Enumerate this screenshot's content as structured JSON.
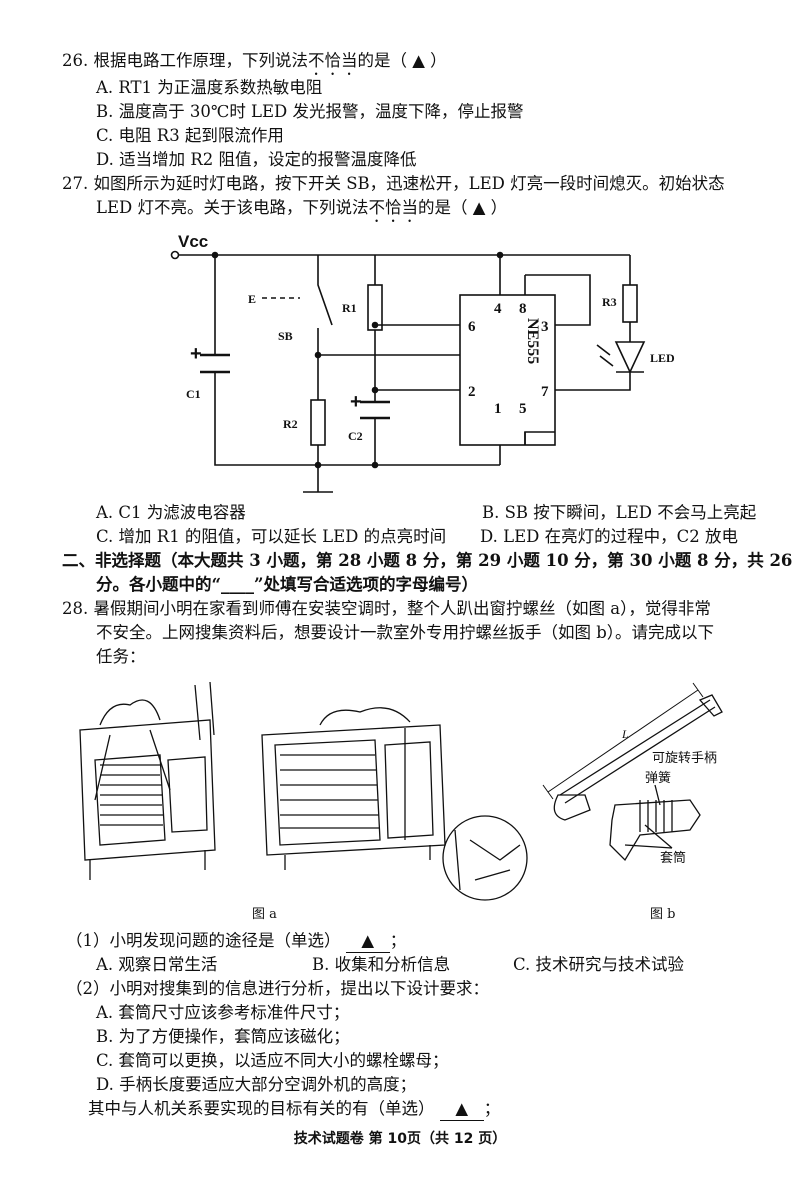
{
  "q26": {
    "stem_pre": "26. 根据电路工作原理，下列说法",
    "stem_emph": "不恰当",
    "stem_post": "的是（ ▲ ）",
    "options": [
      "A. RT1 为正温度系数热敏电阻",
      "B. 温度高于 30℃时 LED 发光报警，温度下降，停止报警",
      "C. 电阻 R3 起到限流作用",
      "D. 适当增加 R2 阻值，设定的报警温度降低"
    ]
  },
  "q27": {
    "line1": "27. 如图所示为延时灯电路，按下开关 SB，迅速松开，LED 灯亮一段时间熄灭。初始状态",
    "line2_pre": "LED 灯不亮。关于该电路，下列说法",
    "line2_emph": "不恰当",
    "line2_post": "的是（ ▲ ）",
    "circuit_labels": {
      "vcc": "Vcc",
      "sb": "SB",
      "e": "E",
      "r1": "R1",
      "r2": "R2",
      "r3": "R3",
      "c1": "C1",
      "c2": "C2",
      "chip": "NE555",
      "led": "LED",
      "p4": "4",
      "p8": "8",
      "p6": "6",
      "p2": "2",
      "p3": "3",
      "p7": "7",
      "p1": "1",
      "p5": "5",
      "plus": "+"
    },
    "options": [
      "A. C1 为滤波电容器",
      "B. SB 按下瞬间，LED 不会马上亮起",
      "C. 增加 R1 的阻值，可以延长 LED 的点亮时间",
      "D. LED 在亮灯的过程中，C2 放电"
    ]
  },
  "section2": {
    "line1": "二、非选择题（本大题共 3 小题，第 28 小题 8 分，第 29 小题 10 分，第 30 小题 8 分，共 26",
    "line2": "分。各小题中的“____”处填写合适选项的字母编号）"
  },
  "q28": {
    "lines": [
      "28. 暑假期间小明在家看到师傅在安装空调时，整个人趴出窗拧螺丝（如图 a），觉得非常",
      "不安全。上网搜集资料后，想要设计一款室外专用拧螺丝扳手（如图 b）。请完成以下",
      "任务："
    ],
    "fig_a": "图 a",
    "fig_b": "图 b",
    "fig_b_labels": {
      "handle": "可旋转手柄",
      "spring": "弹簧",
      "socket": "套筒",
      "length": "L"
    },
    "sub1": {
      "stem": "（1）小明发现问题的途径是（单选）",
      "blank": "▲",
      "end": "；",
      "options": [
        "A. 观察日常生活",
        "B. 收集和分析信息",
        "C. 技术研究与技术试验"
      ]
    },
    "sub2": {
      "stem": "（2）小明对搜集到的信息进行分析，提出以下设计要求：",
      "options": [
        "A. 套筒尺寸应该参考标准件尺寸；",
        "B. 为了方便操作，套筒应该磁化；",
        "C. 套筒可以更换，以适应不同大小的螺栓螺母；",
        "D. 手柄长度要适应大部分空调外机的高度；"
      ],
      "question": "其中与人机关系要实现的目标有关的有（单选）",
      "blank": "▲",
      "end": "；"
    }
  },
  "footer": "技术试题卷 第 10页（共 12 页）"
}
